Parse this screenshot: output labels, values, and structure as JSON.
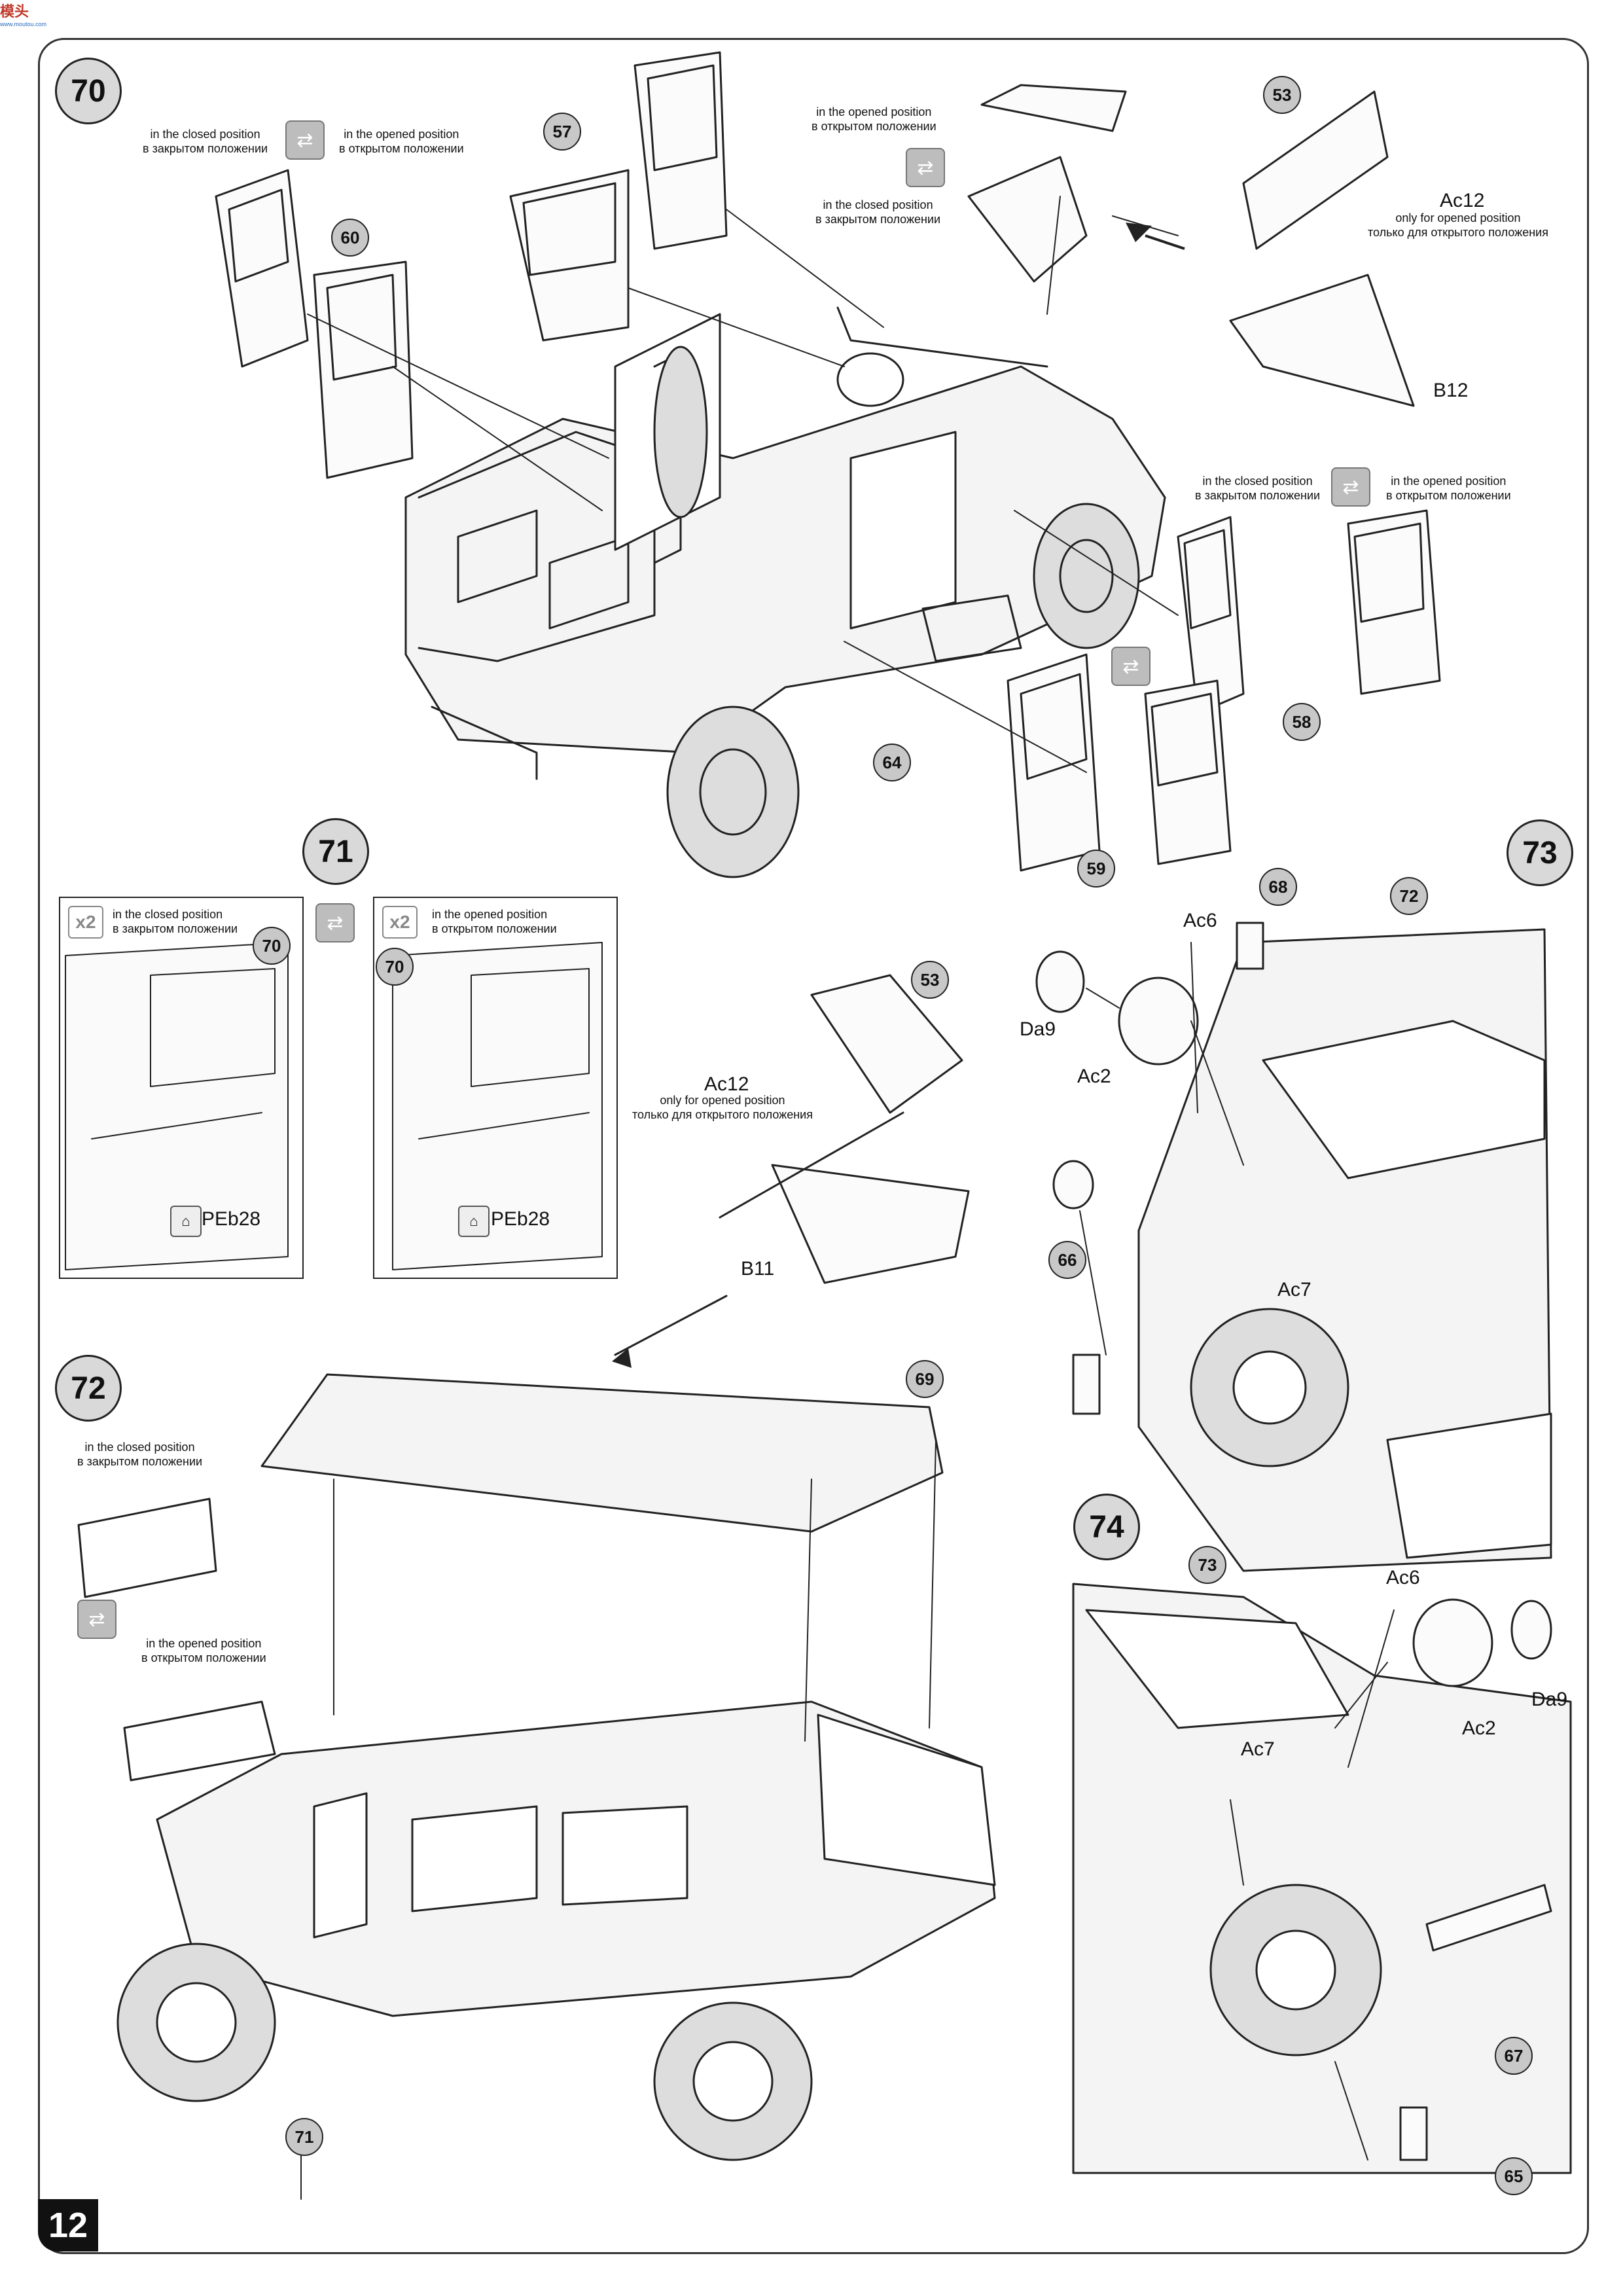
{
  "page_number": "12",
  "logo": {
    "text": "模头",
    "sub": "www.moutou.com"
  },
  "steps": [
    "70",
    "71",
    "72",
    "73",
    "74"
  ],
  "phrases": {
    "closed_en": "in the closed position",
    "closed_ru": "в закрытом положении",
    "opened_en": "in the opened position",
    "opened_ru": "в открытом положении",
    "only_opened_en": "only for opened position",
    "only_opened_ru": "только для открытого положения"
  },
  "multipliers": {
    "a": "x2",
    "b": "x2"
  },
  "callouts": {
    "c57": "57",
    "c60": "60",
    "c53a": "53",
    "c58": "58",
    "c64": "64",
    "c59": "59",
    "c70a": "70",
    "c70b": "70",
    "c53b": "53",
    "c68": "68",
    "c72": "72",
    "c66": "66",
    "c69": "69",
    "c71": "71",
    "c73": "73",
    "c67": "67",
    "c65": "65"
  },
  "part_labels": {
    "ac12a": "Ac12",
    "b12": "B12",
    "peb28a": "PEb28",
    "peb28b": "PEb28",
    "ac12b": "Ac12",
    "b11": "B11",
    "ac6a": "Ac6",
    "da9a": "Da9",
    "ac2a": "Ac2",
    "ac7a": "Ac7",
    "ac6b": "Ac6",
    "ac2b": "Ac2",
    "da9b": "Da9",
    "ac7b": "Ac7"
  },
  "icons": {
    "swap": "swap-arrows-icon",
    "pe": "photo-etch-icon"
  }
}
